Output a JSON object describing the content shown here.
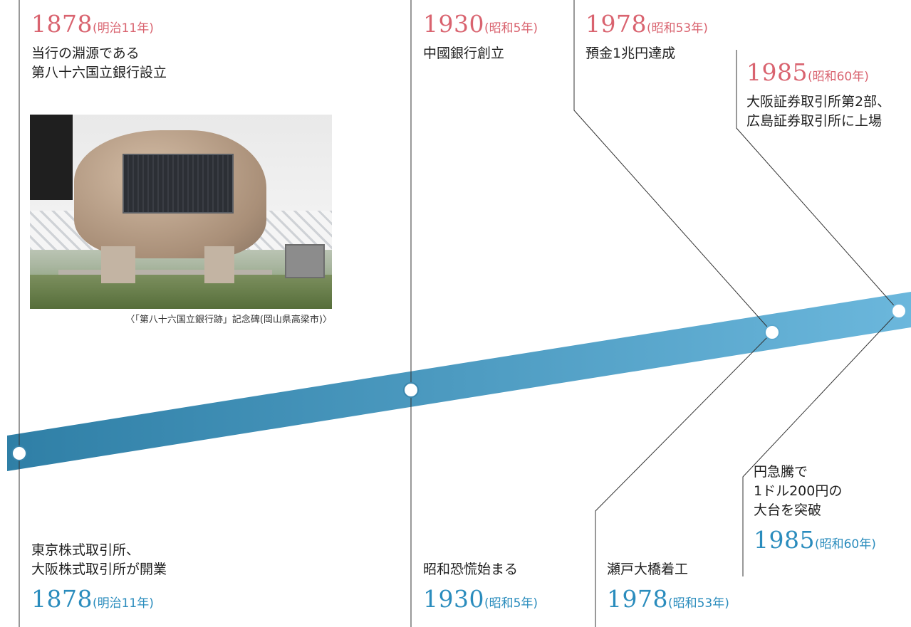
{
  "colors": {
    "accent_pink": "#d9636f",
    "accent_blue": "#2a8cbd",
    "band": "#4d9fc6"
  },
  "events_top": [
    {
      "year": "1878",
      "era": "(明治11年)",
      "desc": [
        "当行の淵源である",
        "第八十六国立銀行設立"
      ]
    },
    {
      "year": "1930",
      "era": "(昭和5年)",
      "desc": [
        "中國銀行創立"
      ]
    },
    {
      "year": "1978",
      "era": "(昭和53年)",
      "desc": [
        "預金1兆円達成"
      ]
    },
    {
      "year": "1985",
      "era": "(昭和60年)",
      "desc": [
        "大阪証券取引所第2部、",
        "広島証券取引所に上場"
      ]
    }
  ],
  "events_bottom": [
    {
      "year": "1878",
      "era": "(明治11年)",
      "desc": [
        "東京株式取引所、",
        "大阪株式取引所が開業"
      ]
    },
    {
      "year": "1930",
      "era": "(昭和5年)",
      "desc": [
        "昭和恐慌始まる"
      ]
    },
    {
      "year": "1978",
      "era": "(昭和53年)",
      "desc": [
        "瀬戸大橋着工"
      ]
    },
    {
      "year": "1985",
      "era": "(昭和60年)",
      "desc": [
        "円急騰で",
        "1ドル200円の",
        "大台を突破"
      ]
    }
  ],
  "photo": {
    "caption": "〈「第八十六国立銀行跡」記念碑(岡山県高梁市)〉",
    "icon": "monument-photo"
  }
}
